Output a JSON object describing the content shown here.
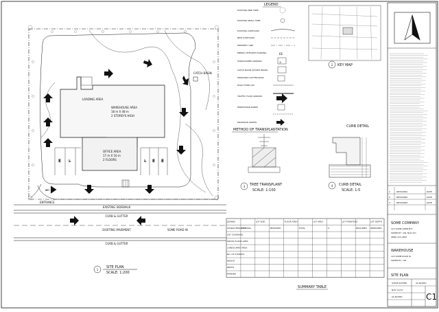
{
  "legend": {
    "title": "LEGEND",
    "items": [
      "EXISTING PINE TREE",
      "EXISTING SMALL TREE",
      "EXISTING CONTOURS",
      "NEW CONTOURS",
      "PROPERTY LINE",
      "ENERGY EFFICIENT PARKING",
      "HANDICAPPED PARKING",
      "CATCH BASIN (STORM DRAIN)",
      "PROPOSED GUTTER BASE",
      "ROAD STRIP ASS",
      "TRAFFIC FLOW ARROWS",
      "PEDESTRIAN RAMPS",
      "DRAINAGE ARROW"
    ],
    "label_ee": "EE",
    "label_hc": "♿"
  },
  "site": {
    "warehouse": [
      "WAREHOUSE AREA",
      "18 m X 48 m",
      "2 STOREYS HIGH"
    ],
    "offices": [
      "OFFICE AREA",
      "17 m X 16 m",
      "2 FLOORS"
    ],
    "loading": "LOADING AREA",
    "catch_basin": "CATCH BASIN",
    "entrance": "ENTRANCE",
    "existing_sidewalk": "EXISTING SIDEWALK",
    "curb_gutter_top": "CURB & GUTTER",
    "existing_pavement": "EXISTING PAVEMENT",
    "road": "SOME ROAD W",
    "curb_gutter_bottom": "CURB & GUTTER",
    "ee": "E",
    "hc": "♿"
  },
  "views": {
    "site_num": "1",
    "site_title": "SITE PLAN",
    "site_scale": "SCALE: 1:200",
    "key_num": "2",
    "key_title": "KEY MAP",
    "tree_num": "3",
    "tree_title": "TREE TRANSPLANT",
    "tree_scale": "SCALE: 1:100",
    "curb_num": "4",
    "curb_title": "CURB DETAIL",
    "curb_scale": "SCALE: 1:5",
    "method_title": "METHOD OF TRANSPLANTATION",
    "curb_detail_title": "CURB DETAIL",
    "summary_title": "SUMMARY TABLE"
  },
  "summary": {
    "rows": [
      [
        "ZONING",
        "",
        "LOT SIZE",
        "",
        "FLOOR AREA",
        "",
        "LOT AREA",
        "",
        "LOT FRONTAGE",
        "",
        "LOT DEPTH"
      ],
      [
        "CHARACTERISTICS",
        "EXISTING",
        "",
        "REQUIRED",
        "",
        "TOTAL",
        "",
        "%",
        "",
        "REQUIRED",
        "PROPOSED"
      ],
      [
        "LOT COVERAGE",
        "",
        "",
        "",
        "",
        "",
        "",
        "",
        "",
        "",
        ""
      ],
      [
        "GROSS FLOOR AREA",
        "",
        "",
        "",
        "",
        "",
        "",
        "",
        "",
        "",
        ""
      ],
      [
        "LANDSCAPED AREA",
        "",
        "",
        "",
        "",
        "",
        "",
        "",
        "",
        "",
        ""
      ],
      [
        "NO. OF STOREYS",
        "",
        "",
        "",
        "",
        "",
        "",
        "",
        "",
        "",
        ""
      ],
      [
        "HEIGHT",
        "",
        "",
        "",
        "",
        "",
        "",
        "",
        "",
        "",
        ""
      ],
      [
        "DEPTH",
        "",
        "",
        "",
        "",
        "",
        "",
        "",
        "",
        "",
        ""
      ],
      [
        "PARKING",
        "",
        "",
        "",
        "",
        "",
        "",
        "",
        "",
        "",
        ""
      ]
    ]
  },
  "titleblock": {
    "revisions": [
      [
        "1",
        "REVISION1",
        "DATE"
      ],
      [
        "2",
        "REVISION2",
        "DATE"
      ],
      [
        "3",
        "REVISION3",
        "DATE"
      ]
    ],
    "company_name": "SOME COMPANY",
    "company_addr1": "123 SOME AVENUE E",
    "company_addr2": "SOMECITY, ON, N1Z 2X1",
    "company_phone": "(888) 123-4567",
    "project_name": "WAREHOUSE",
    "project_addr1": "123 SOME ROAD W",
    "project_addr2": "SOMECITY, ON",
    "drawing_title": "SITE PLAN",
    "drawn_by": "STEVE POTTER",
    "scale": "AS NOTED",
    "date": "NOV 12/13",
    "sheet_scale": "AS NOTED",
    "sheet_no": "C1"
  }
}
